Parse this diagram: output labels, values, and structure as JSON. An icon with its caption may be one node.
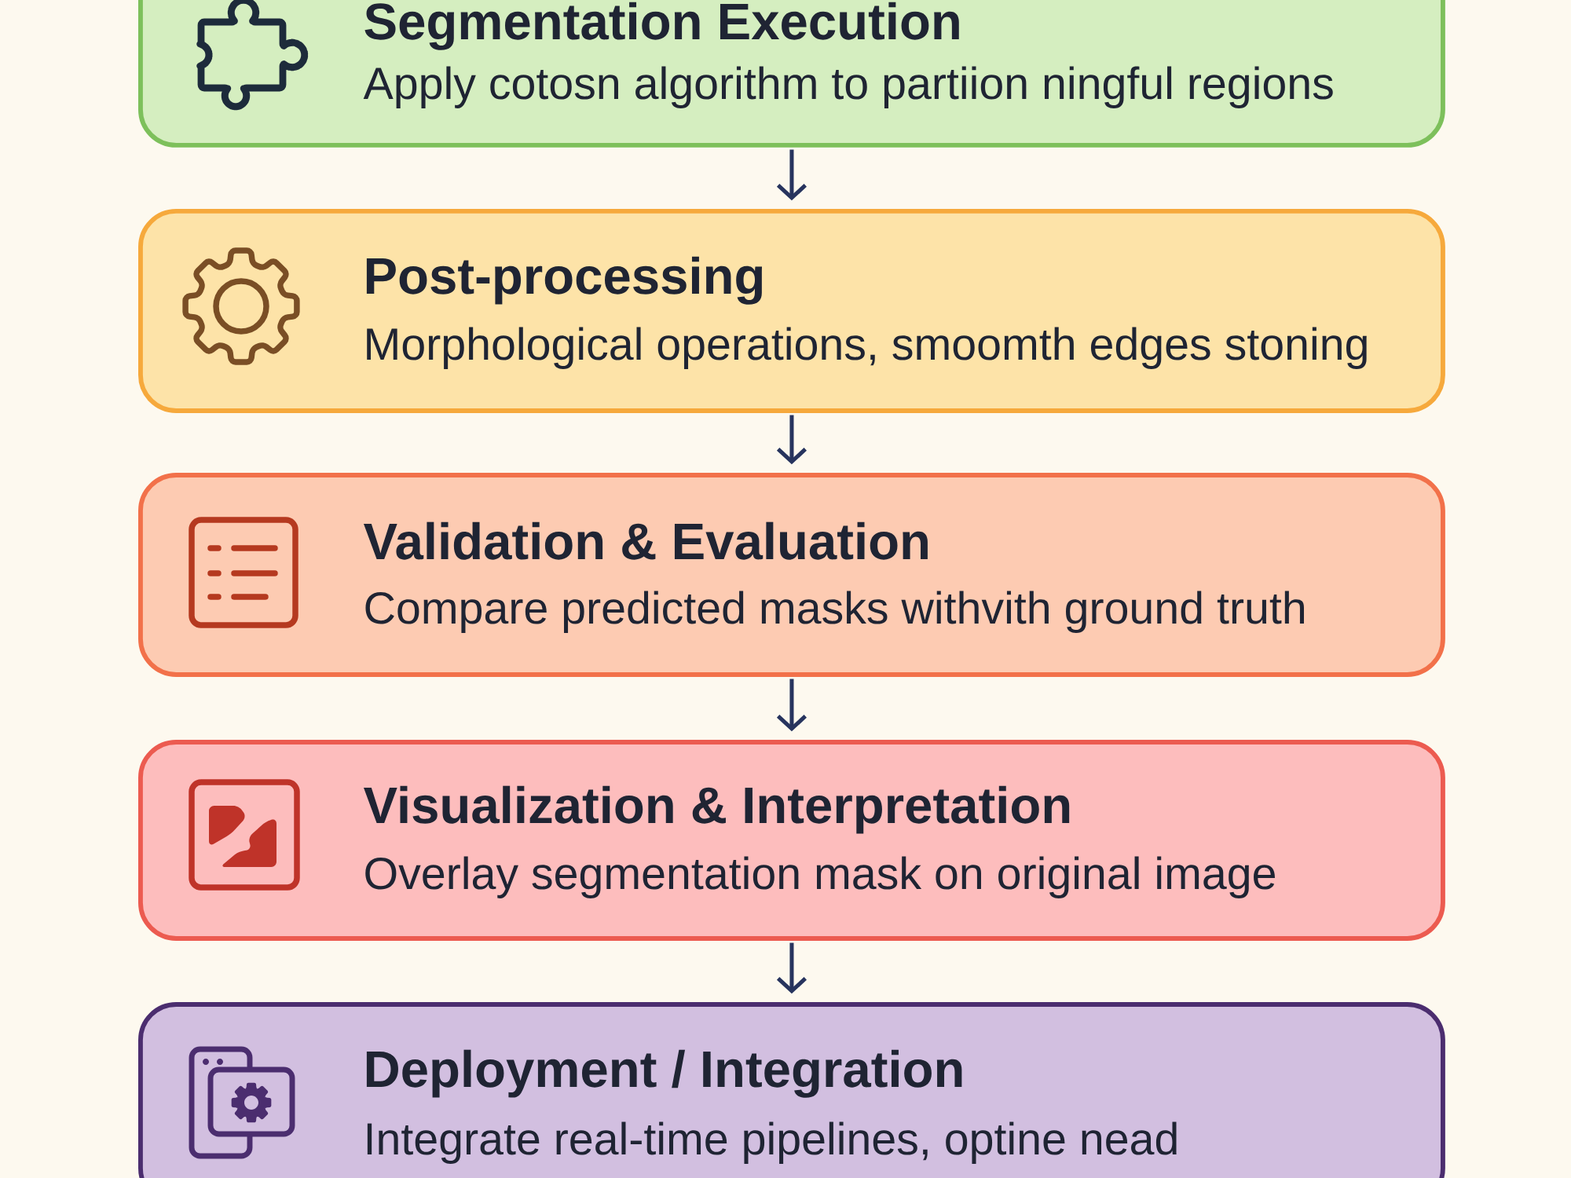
{
  "diagram": {
    "nodes": [
      {
        "text": [
          "Segmentation Execution",
          "Apply cotosn algorithm to partiion ningful regions"
        ]
      },
      {
        "text": [
          "Post-processing",
          "Morphological operations, smoomth edges stoning"
        ]
      },
      {
        "text": [
          "Validation & Evaluation",
          "Compare predicted masks withvith ground truth"
        ]
      },
      {
        "text": [
          "Visualization & Interpretation",
          "Overlay segmentation mask on original image"
        ]
      },
      {
        "text": [
          "Deployment / Integration",
          "Integrate real-time pipelines, optine nead"
        ]
      }
    ],
    "edges": [
      {
        "from": 0,
        "to": 1,
        "arrow": "to"
      },
      {
        "from": 1,
        "to": 2,
        "arrow": "to"
      },
      {
        "from": 2,
        "to": 3,
        "arrow": "to"
      },
      {
        "from": 3,
        "to": 4,
        "arrow": "to"
      }
    ]
  }
}
